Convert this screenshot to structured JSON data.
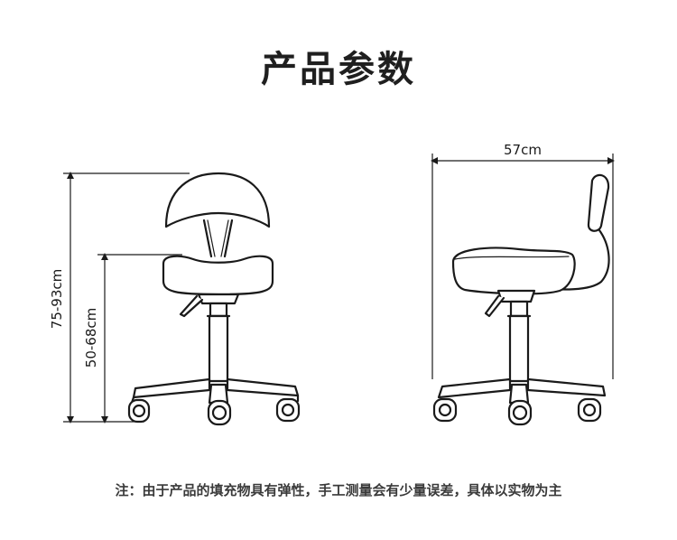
{
  "title": "产品参数",
  "dimensions": {
    "total_height": "75-93cm",
    "seat_height": "50-68cm",
    "depth": "57cm"
  },
  "note": "注：由于产品的填充物具有弹性，手工测量会有少量误差，具体以实物为主"
}
